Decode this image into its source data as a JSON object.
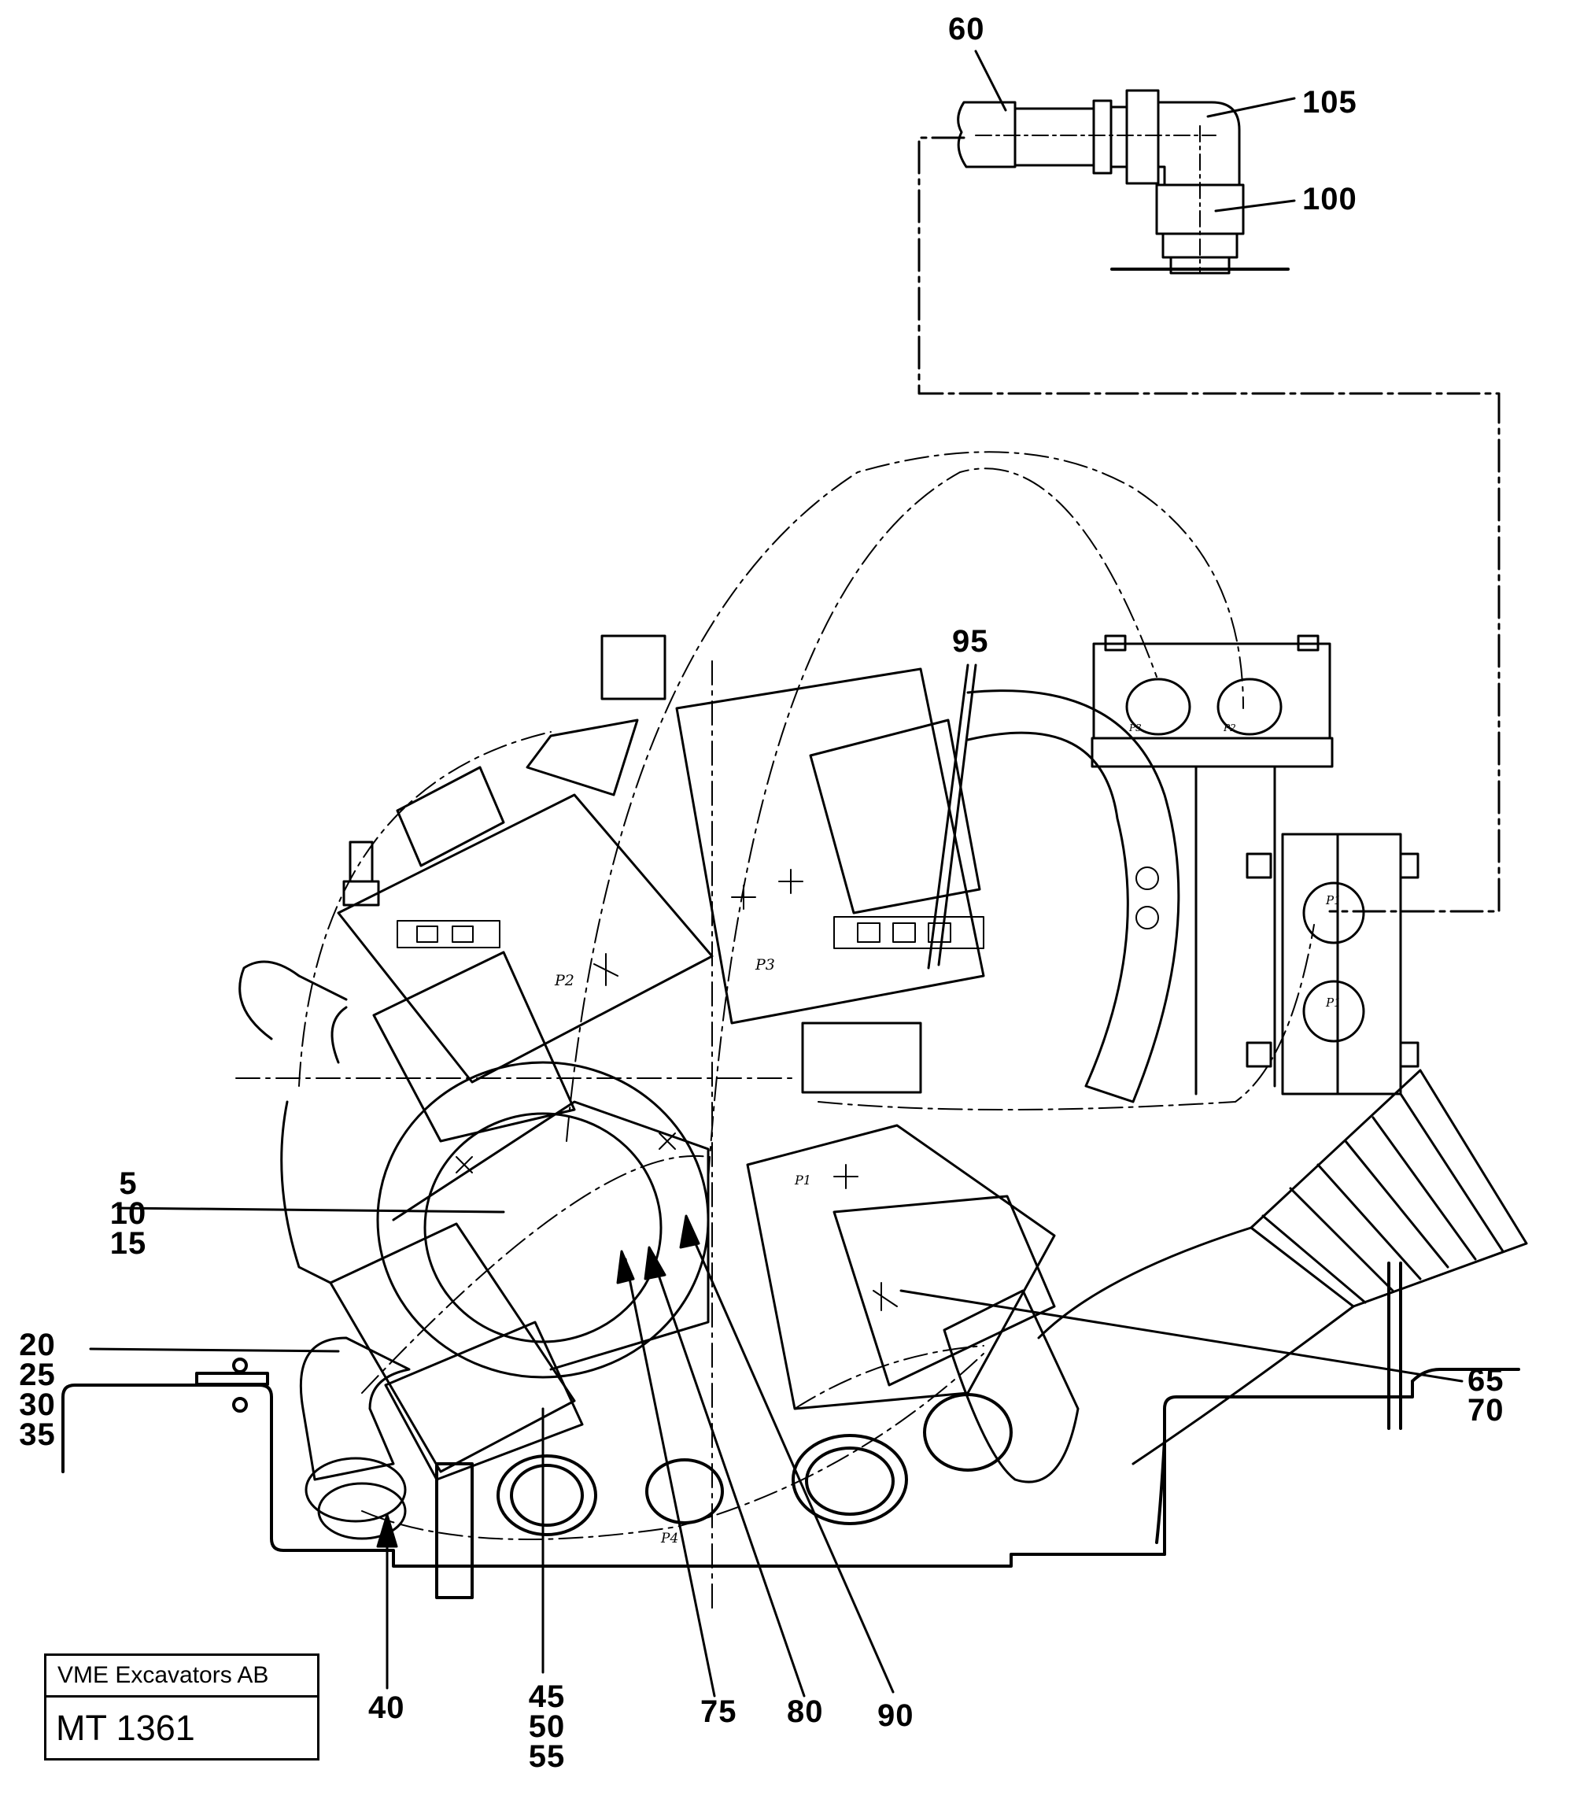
{
  "diagram": {
    "callouts": [
      {
        "id": "c60",
        "lines": [
          "60"
        ]
      },
      {
        "id": "c105",
        "lines": [
          "105"
        ]
      },
      {
        "id": "c100",
        "lines": [
          "100"
        ]
      },
      {
        "id": "c95",
        "lines": [
          "95"
        ]
      },
      {
        "id": "c5",
        "lines": [
          "5",
          "10",
          "15"
        ]
      },
      {
        "id": "c20",
        "lines": [
          "20",
          "25",
          "30",
          "35"
        ]
      },
      {
        "id": "c65",
        "lines": [
          "65",
          "70"
        ]
      },
      {
        "id": "c40",
        "lines": [
          "40"
        ]
      },
      {
        "id": "c45",
        "lines": [
          "45",
          "50",
          "55"
        ]
      },
      {
        "id": "c75",
        "lines": [
          "75"
        ]
      },
      {
        "id": "c80",
        "lines": [
          "80"
        ]
      },
      {
        "id": "c90",
        "lines": [
          "90"
        ]
      }
    ],
    "port_labels": [
      "P2",
      "P3",
      "P3",
      "P2",
      "P1",
      "P1",
      "P1",
      "P4"
    ]
  },
  "title_block": {
    "company": "VME Excavators AB",
    "drawing_number": "MT 1361"
  }
}
